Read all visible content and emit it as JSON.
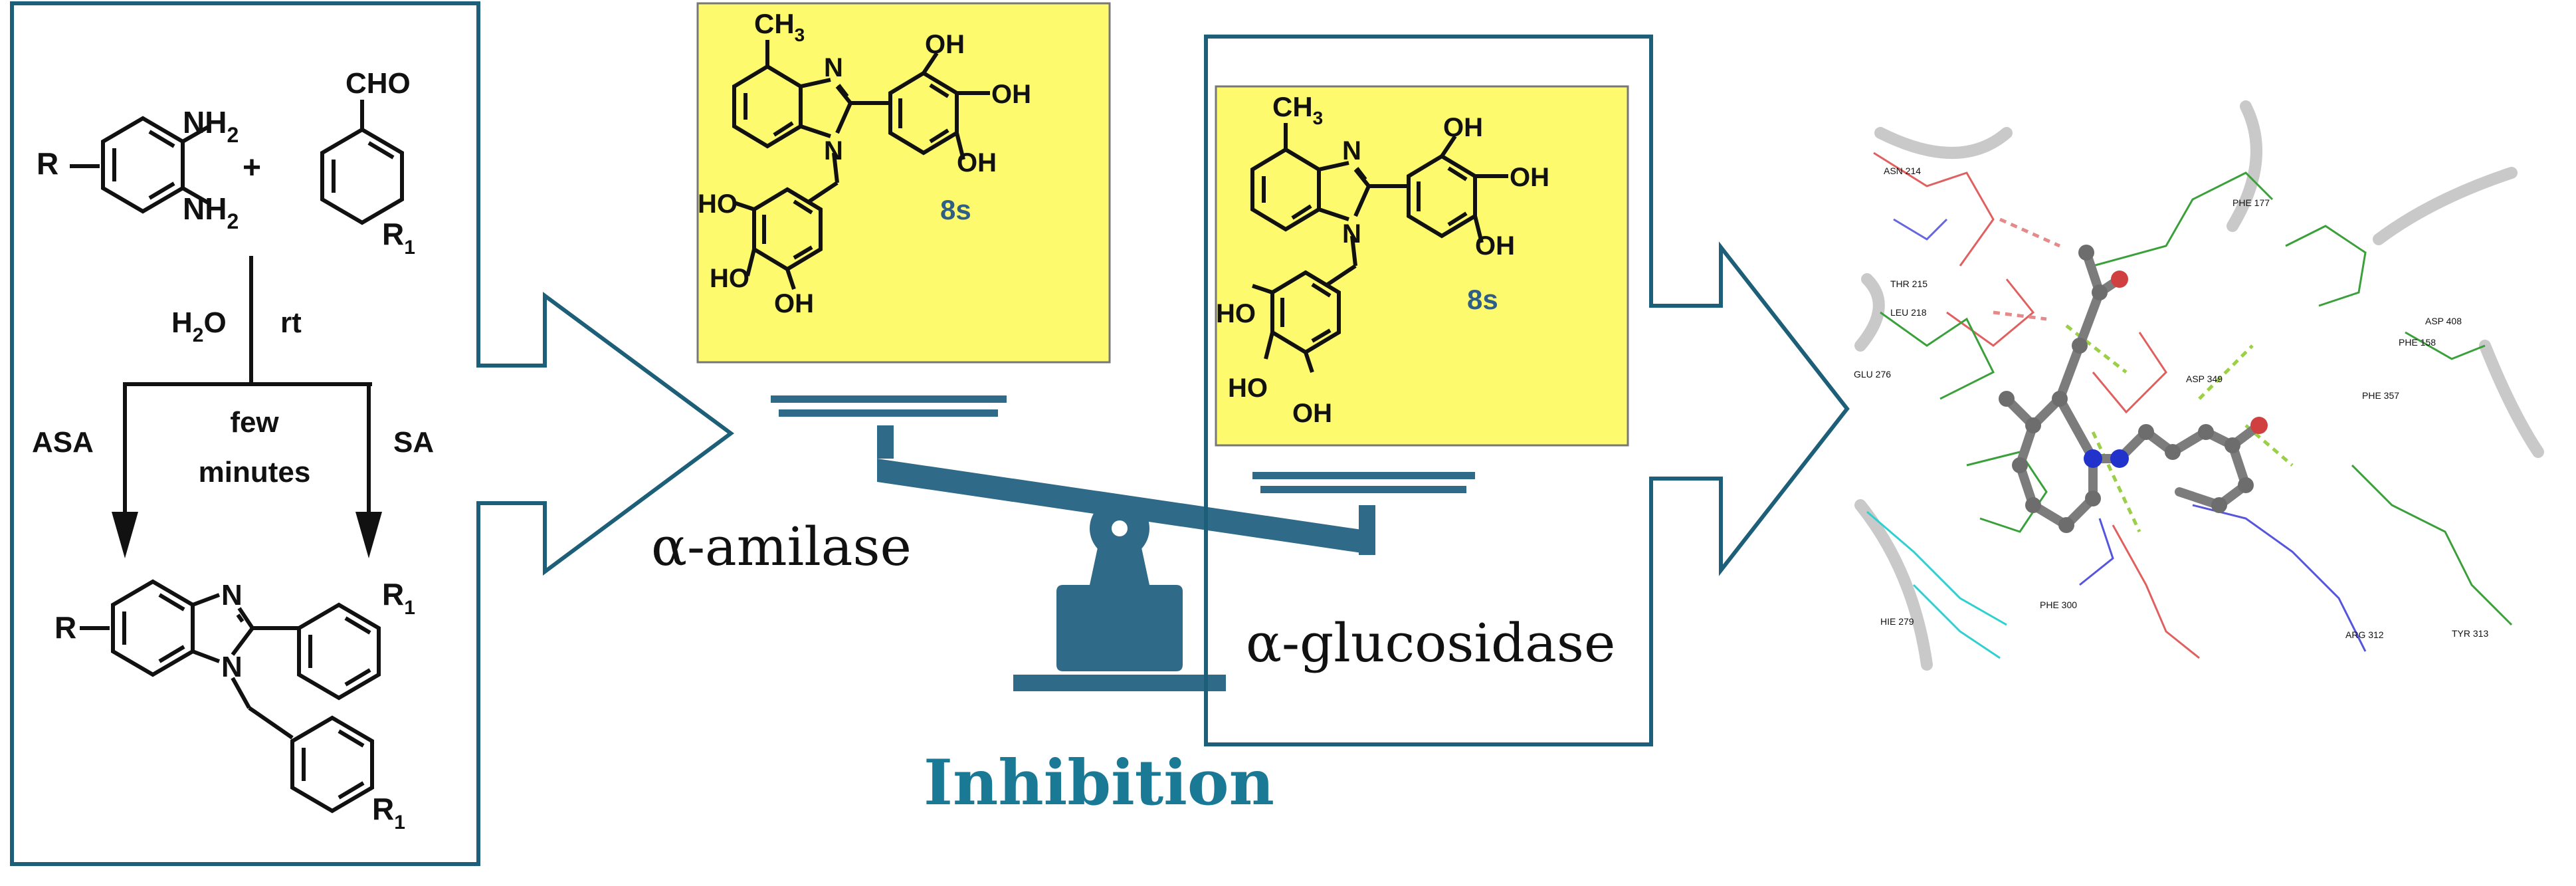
{
  "synthesis": {
    "r": "R",
    "nh2": "NH",
    "sub2": "2",
    "plus": "+",
    "cho": "CHO",
    "r1": "R",
    "sub1": "1",
    "h2o_h": "H",
    "h2o_o": "O",
    "rt": "rt",
    "asa": "ASA",
    "sa": "SA",
    "few": "few",
    "minutes": "minutes",
    "n": "N"
  },
  "compound": {
    "label": "8s",
    "ch3_c": "CH",
    "ch3_sub": "3",
    "oh": "OH",
    "ho": "HO",
    "n": "N",
    "box_color": "#fdfa6e"
  },
  "enzymes": {
    "amylase": "α-amilase",
    "glucosidase": "α-glucosidase"
  },
  "inhibition": {
    "label": "Inhibition",
    "color": "#1a7a96"
  },
  "docking": {
    "residues": [
      "ASN 214",
      "PHE 177",
      "THR 215",
      "LEU 218",
      "ASP 408",
      "PHE 158",
      "GLU 276",
      "ASP 349",
      "PHE 357",
      "HIE 279",
      "PHE 300",
      "ARG 312",
      "TYR 313"
    ]
  },
  "colors": {
    "frame": "#1d5f78",
    "scale": "#2f6a88"
  }
}
